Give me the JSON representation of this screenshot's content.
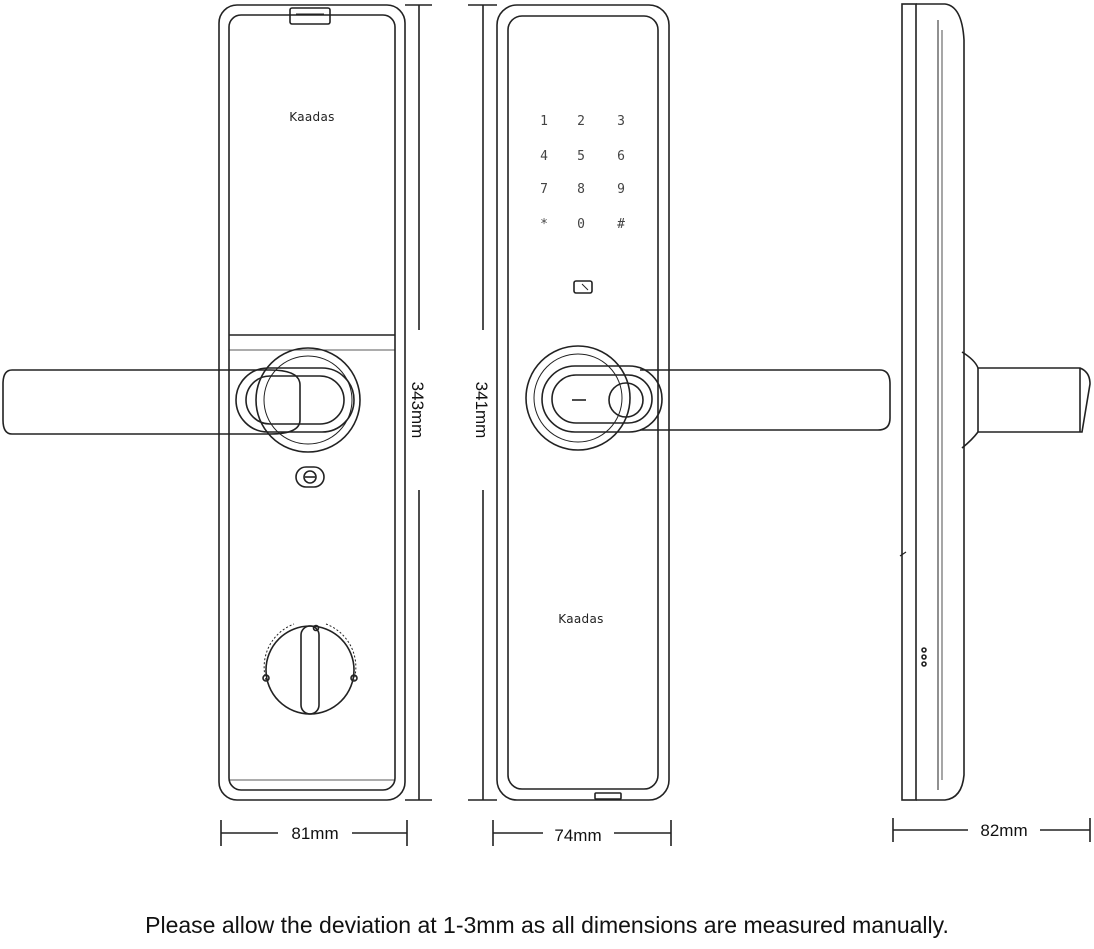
{
  "back_view": {
    "brand": "Kaadas",
    "height_label": "343mm",
    "width_label": "81mm"
  },
  "front_view": {
    "brand": "Kaadas",
    "height_label": "341mm",
    "width_label": "74mm",
    "keypad": [
      "1",
      "2",
      "3",
      "4",
      "5",
      "6",
      "7",
      "8",
      "9",
      "*",
      "0",
      "#"
    ]
  },
  "side_view": {
    "depth_label": "82mm"
  },
  "note": "Please allow the deviation at 1-3mm as all dimensions are measured manually."
}
